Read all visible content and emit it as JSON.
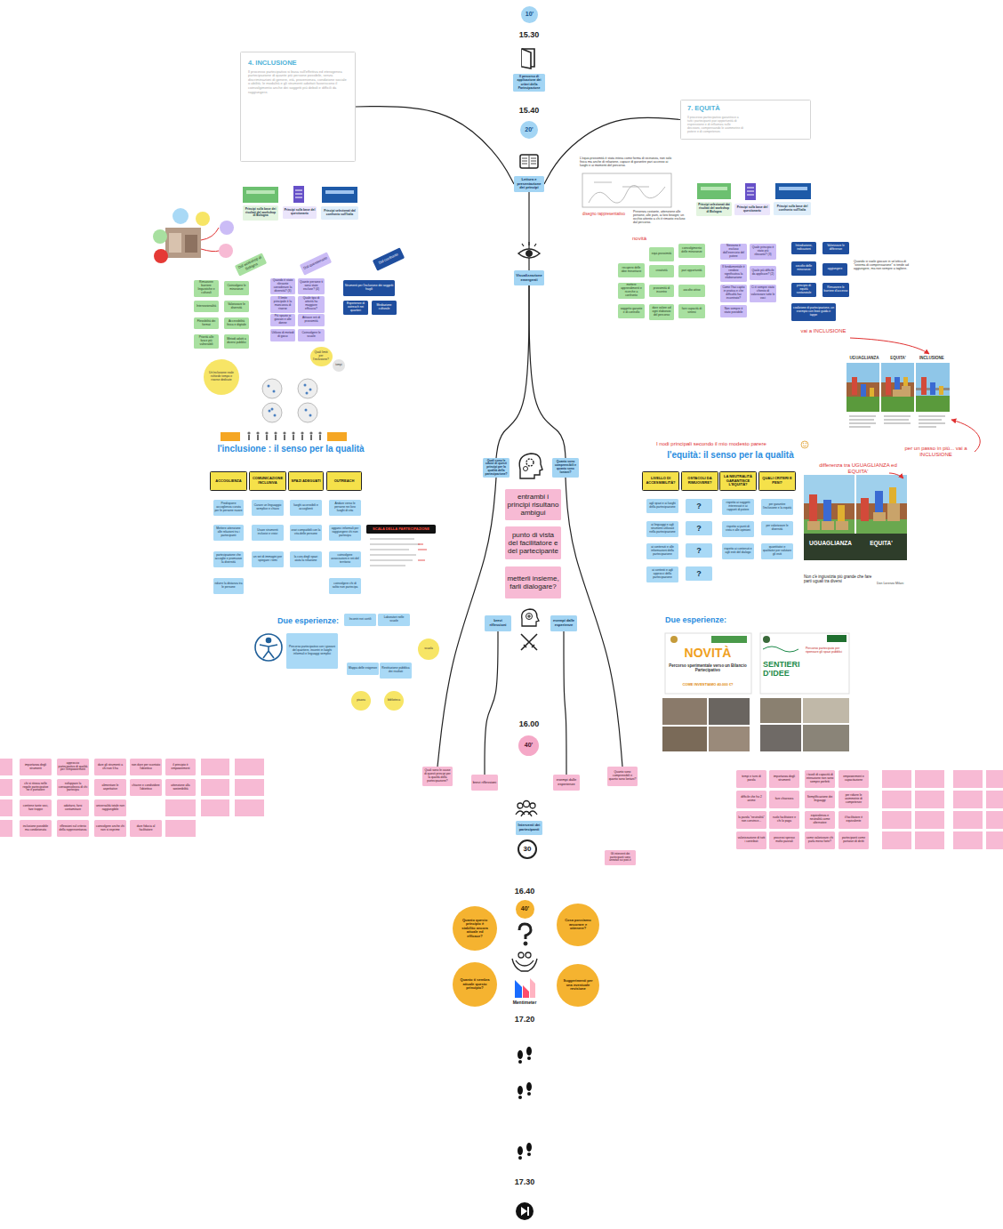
{
  "diagram": {
    "nodes": [
      {
        "text": [
          "10'"
        ]
      },
      {
        "text": [
          "Il percorso di applicazione dei criteri della Partecipazione"
        ]
      },
      {
        "text": [
          "20'"
        ]
      },
      {
        "text": [
          "Lettura e presentazione dei principi"
        ]
      },
      {
        "text": [
          "Visualizzazione emergenti"
        ]
      },
      {
        "text": [
          "4. INCLUSIONE",
          "Il processo partecipativo si basa sull'effettiva ed eterogenea partecipazione di quante più persone possibile, senza discriminazioni di genere, età, provenienza, condizione sociale o abilità; le modalità e gli strumenti adottati favoriscono il coinvolgimento anche dei soggetti più deboli e difficili da raggiungere."
        ]
      },
      {
        "text": [
          "7. EQUITÀ",
          "Il processo partecipativo garantisce a tutti i partecipanti pari opportunità di espressione e di influenza sulle decisioni, compensando le asimmetrie di potere e di competenze."
        ]
      },
      {
        "text": [
          "Quali sono le cause di questi principi per la qualità della partecipazione?"
        ]
      },
      {
        "text": [
          "Quanto sono comprensibili e quanto sono lontani?"
        ]
      },
      {
        "text": [
          "entrambi i principi risultano ambigui"
        ]
      },
      {
        "text": [
          "punto di vista del facilitatore e del partecipante"
        ]
      },
      {
        "text": [
          "metterli insieme, farli dialogare?"
        ]
      },
      {
        "text": [
          "brevi riflessioni"
        ]
      },
      {
        "text": [
          "esempi dalle esperienze"
        ]
      },
      {
        "text": [
          "40'"
        ]
      },
      {
        "text": [
          "Quali sono le cause di questi principi per la qualità della partecipazione?"
        ]
      },
      {
        "text": [
          "brevi riflessioni"
        ]
      },
      {
        "text": [
          "esempi dalle esperienze"
        ]
      },
      {
        "text": [
          "Quanto sono comprensibili e quanto sono lontani?"
        ]
      },
      {
        "text": [
          "Interventi dei partecipanti"
        ]
      },
      {
        "text": [
          "30"
        ]
      },
      {
        "text": [
          "Gli interventi dei partecipanti sono annotati sui post-it"
        ]
      },
      {
        "text": [
          "40'"
        ]
      },
      {
        "text": [
          "Quanto questo principio è stabilito ancora attuale ed efficace?"
        ]
      },
      {
        "text": [
          "Cosa possiamo ancorare e ottenere?"
        ]
      },
      {
        "text": [
          "Quanto ti sembra attuale questo principio?"
        ]
      },
      {
        "text": [
          "Suggerimenti per una eventuale revisione"
        ]
      },
      {
        "text": [
          "Principi sulla base dei risultati del workshop di Bologna"
        ]
      },
      {
        "text": [
          "Principi sulla base del questionario"
        ]
      },
      {
        "text": [
          "Principi selezionati dal confronto sull'Italia"
        ]
      },
      {
        "text": [
          "Principi selezionati dai risultati del workshop di Bologna"
        ]
      },
      {
        "text": [
          "Principi sulla base del questionario"
        ]
      },
      {
        "text": [
          "Principi sulla base del confronto sull'Italia"
        ]
      },
      {
        "text": [
          "Dal workshop di Bologna"
        ]
      },
      {
        "text": [
          "Dal questionario"
        ]
      },
      {
        "text": [
          "Dal confronto"
        ]
      },
      {
        "text": [
          "Rimuovere barriere linguistiche e culturali"
        ]
      },
      {
        "text": [
          "Intersezionalità"
        ]
      },
      {
        "text": [
          "Flessibilità dei format"
        ]
      },
      {
        "text": [
          "Priorità alle fasce più vulnerabili"
        ]
      },
      {
        "text": [
          "Coinvolgere le minoranze"
        ]
      },
      {
        "text": [
          "Valorizzare le diversità"
        ]
      },
      {
        "text": [
          "Accessibilità fisica e digitale"
        ]
      },
      {
        "text": [
          "Metodi adatti a diversi pubblici"
        ]
      },
      {
        "text": [
          "Quando è stato rilevante considerare la diversità? (3)"
        ]
      },
      {
        "text": [
          "Il limite principale è la mancanza di risorse"
        ]
      },
      {
        "text": [
          "Più spazio ai giovani e alle donne"
        ]
      },
      {
        "text": [
          "Utilizzo di metodi di gioco"
        ]
      },
      {
        "text": [
          "Quante persone ti sono state escluse? (4)"
        ]
      },
      {
        "text": [
          "Quale tipo di attività ha maggiore efficacia?"
        ]
      },
      {
        "text": [
          "Attivare reti di prossimità"
        ]
      },
      {
        "text": [
          "Coinvolgere le scuole"
        ]
      },
      {
        "text": [
          "Strumenti per l'inclusione dei soggetti fragili"
        ]
      },
      {
        "text": [
          "Esperienze di outreach nei quartieri"
        ]
      },
      {
        "text": [
          "Mediazione culturale"
        ]
      },
      {
        "text": [
          "Quali limiti per l'inclusione?"
        ]
      },
      {
        "text": [
          "Un'inclusione reale richiede tempo e risorse dedicate"
        ]
      },
      {
        "text": [
          "tempi"
        ]
      },
      {
        "text": [
          "ACCOGLIENZA"
        ]
      },
      {
        "text": [
          "COMUNICAZIONE INCLUSIVA"
        ]
      },
      {
        "text": [
          "SPAZI ADEGUATI"
        ]
      },
      {
        "text": [
          "OUTREACH"
        ]
      },
      {
        "text": [
          "Predisporre accoglienza curata per le persone nuove"
        ]
      },
      {
        "text": [
          "Mettere attenzione alle relazioni tra i partecipanti"
        ]
      },
      {
        "text": [
          "partecipazione che accoglie e promuove la diversità"
        ]
      },
      {
        "text": [
          "ridurre la distanza tra le persone"
        ]
      },
      {
        "text": [
          "Curare un linguaggio semplice e chiaro"
        ]
      },
      {
        "text": [
          "Usare strumenti inclusivi e visivi"
        ]
      },
      {
        "text": [
          "un set di immagini per spiegare i temi"
        ]
      },
      {
        "text": [
          "luoghi accessibili e accoglienti"
        ]
      },
      {
        "text": [
          "orari compatibili con la vita delle persone"
        ]
      },
      {
        "text": [
          "la cura degli spazi aiuta la relazione"
        ]
      },
      {
        "text": [
          "Andare verso le persone nei loro luoghi di vita"
        ]
      },
      {
        "text": [
          "agganci informali per raggiungere chi non partecipa"
        ]
      },
      {
        "text": [
          "coinvolgere associazioni e reti del territorio"
        ]
      },
      {
        "text": [
          "coinvolgere chi di solito non partecipa"
        ]
      },
      {
        "text": [
          "SCALA DELLA PARTECIPAZIONE"
        ]
      },
      {
        "text": [
          "Percorso partecipativo con i giovani del quartiere, incontri in luoghi informali e linguaggi semplici"
        ]
      },
      {
        "text": [
          "Incontri nei cortili"
        ]
      },
      {
        "text": [
          "Laboratori nelle scuole"
        ]
      },
      {
        "text": [
          "Mappa delle esigenze"
        ]
      },
      {
        "text": [
          "Restituzione pubblica dei risultati"
        ]
      },
      {
        "text": [
          "scuola"
        ]
      },
      {
        "text": [
          "piazza"
        ]
      },
      {
        "text": [
          "biblioteca"
        ]
      },
      {
        "text": [
          "equi-prossimità"
        ]
      },
      {
        "text": [
          "coinvolgimento delle minoranze"
        ]
      },
      {
        "text": [
          "recupero delle idee minoritarie"
        ]
      },
      {
        "text": [
          "creatività"
        ]
      },
      {
        "text": [
          "pari opportunità"
        ]
      },
      {
        "text": [
          "mettere apprendimenti e ricerche a confronto"
        ]
      },
      {
        "text": [
          "prossimità di incontro"
        ]
      },
      {
        "text": [
          "ascolto attivo"
        ]
      },
      {
        "text": [
          "soggetto garante e di controllo"
        ]
      },
      {
        "text": [
          "dare valore ad ogni elaborato del percorso"
        ]
      },
      {
        "text": [
          "fare capacità di sintesi"
        ]
      },
      {
        "text": [
          "Nessuno è escluso dall'esercizio del potere"
        ]
      },
      {
        "text": [
          "Quale principio è stato più rilevante? (3)"
        ]
      },
      {
        "text": [
          "Il fondamentale è rendere significativa la elaborazione"
        ]
      },
      {
        "text": [
          "Quale più difficile da applicare? (2)"
        ]
      },
      {
        "text": [
          "Come l'hai capito in pratica e che difficoltà hai incontrato?"
        ]
      },
      {
        "text": [
          "Ci è sempre stato chiesto di valorizzare tutte le voci"
        ]
      },
      {
        "text": [
          "Non sempre è stato possibile"
        ]
      },
      {
        "text": [
          "Introduzione, indicazioni"
        ]
      },
      {
        "text": [
          "Valorizzare le differenze"
        ]
      },
      {
        "text": [
          "ascolto delle minoranze"
        ]
      },
      {
        "text": [
          "aggiungere"
        ]
      },
      {
        "text": [
          "principio di equità sostanziale"
        ]
      },
      {
        "text": [
          "Rimuovere le barriere d'accesso"
        ]
      },
      {
        "text": [
          "coalizione di partecipazione, un esempio con linee guida e tappe"
        ]
      },
      {
        "text": [
          "LIVELLO DI ACCESSIBILITÀ?"
        ]
      },
      {
        "text": [
          "OSTACOLI DA RIMUOVERE?"
        ]
      },
      {
        "text": [
          "LA NEUTRALITÀ GARANTISCE L'EQUITÀ?"
        ]
      },
      {
        "text": [
          "QUALI CRITERI E PESI?"
        ]
      },
      {
        "text": [
          "agli spazi e ai luoghi della partecipazione"
        ]
      },
      {
        "text": [
          "ai linguaggi e agli strumenti utilizzati nella partecipazione"
        ]
      },
      {
        "text": [
          "ai contenuti e alle informazioni della partecipazione"
        ]
      },
      {
        "text": [
          "ai contesti e agli approcci della partecipazione"
        ]
      },
      {
        "text": [
          "?"
        ]
      },
      {
        "text": [
          "?"
        ]
      },
      {
        "text": [
          "?"
        ]
      },
      {
        "text": [
          "?"
        ]
      },
      {
        "text": [
          "rispetto ai soggetti interessati e ai rapporti di potere"
        ]
      },
      {
        "text": [
          "rispetto ai punti di vista e alle opinioni"
        ]
      },
      {
        "text": [
          "rispetto ai contenuti e agli esiti del dialogo"
        ]
      },
      {
        "text": [
          "per garantire l'inclusione e la equità"
        ]
      },
      {
        "text": [
          "per valorizzare le diversità"
        ]
      },
      {
        "text": [
          "quantitativi e qualitativi per valutare gli esiti"
        ]
      },
      {
        "text": [
          "importanza degli strumenti"
        ]
      },
      {
        "text": [
          "approccio partecipativo di qualità per l'empowerment"
        ]
      },
      {
        "text": [
          "dare gli strumenti a chi non li ha"
        ]
      },
      {
        "text": [
          "non dare per scontato l'obiettivo"
        ]
      },
      {
        "text": [
          "il principio è empowerment"
        ]
      },
      {
        "text": [
          "chi si ritrova nelle regole partecipative ne è portatore"
        ]
      },
      {
        "text": [
          "sviluppare la consapevolezza di chi partecipa"
        ]
      },
      {
        "text": [
          "alimentare le aspettative"
        ]
      },
      {
        "text": [
          "chiarire e condividere l'obiettivo"
        ]
      },
      {
        "text": [
          "attenzione alla sostenibilità"
        ]
      },
      {
        "text": [
          "contiene tante voci, fare troppe"
        ]
      },
      {
        "text": [
          "adattarsi, farsi contaminare"
        ]
      },
      {
        "text": [
          "universalità totale non raggiungibile"
        ]
      },
      {
        "text": [
          "inclusione possibile ma condizionata"
        ]
      },
      {
        "text": [
          "riflessioni sul criterio della rappresentanza"
        ]
      },
      {
        "text": [
          "coinvolgere anche chi non si esprime"
        ]
      },
      {
        "text": [
          "dare fiducia al facilitatore"
        ]
      },
      {
        "text": [
          "tempi e turni di parola"
        ]
      },
      {
        "text": [
          "importanza degli strumenti"
        ]
      },
      {
        "text": [
          "i tavoli di capacità di interazione non sono sempre perfetti"
        ]
      },
      {
        "text": [
          "empowerment e capacitazione"
        ]
      },
      {
        "text": [
          "difficile che ho 2 anime"
        ]
      },
      {
        "text": [
          "fare chiarezza"
        ]
      },
      {
        "text": [
          "Semplificazione dei linguaggi"
        ]
      },
      {
        "text": [
          "per ridurre le asimmetrie di competenze"
        ]
      },
      {
        "text": [
          "la parola \"neutralità\" non convince..."
        ]
      },
      {
        "text": [
          "ruolo facilitatore e chi lo paga"
        ]
      },
      {
        "text": [
          "equivalenza e neutralità come alternative"
        ]
      },
      {
        "text": [
          "il facilitatore è equivalente"
        ]
      },
      {
        "text": [
          "valorizzazione di tutti i contributi"
        ]
      },
      {
        "text": [
          "processi spesso molto parziali"
        ]
      },
      {
        "text": [
          "come valorizzare chi parla meno forte?"
        ]
      },
      {
        "text": [
          "partecipanti come portatori di diritti"
        ]
      }
    ],
    "edges": [
      {
        "from": 5,
        "to": 3,
        "arrow": "none"
      },
      {
        "from": 6,
        "to": 3,
        "arrow": "none"
      },
      {
        "from": 3,
        "to": 4,
        "arrow": "none"
      },
      {
        "from": 4,
        "to": 7,
        "arrow": "none"
      },
      {
        "from": 4,
        "to": 8,
        "arrow": "none"
      },
      {
        "from": 7,
        "to": 15,
        "arrow": "none"
      },
      {
        "from": 8,
        "to": 18,
        "arrow": "none"
      },
      {
        "from": 12,
        "to": 16,
        "arrow": "none"
      },
      {
        "from": 13,
        "to": 17,
        "arrow": "none"
      }
    ],
    "labels": [
      "15.30",
      "15.40",
      "16.00",
      "16.40",
      "17.20",
      "17.30",
      "Mentimeter",
      "l'inclusione : il senso per la qualità",
      "l'equità: il senso per la qualità",
      "Due esperienze:",
      "Due esperienze:",
      "disegno rappresentativo",
      "L'equo-prossimità è stata intesa come forma di vicinanza, non solo fisica ma anche di relazione, capace di garantire pari accesso ai luoghi e ai momenti del percorso.",
      "Presenza costante, attenzione alle persone, alle parti, ai loro bisogni; un occhio attento a chi è rimasto escluso dal percorso.",
      "novità",
      "Quando si vuole giocare in un'ottica di \"sistema di compensazione\" si tende ad aggiungere, ma non sempre a togliere.",
      "vai a INCLUSIONE",
      "UGUAGLIANZA",
      "EQUITA'",
      "INCLUSIONE",
      "I nodi principali secondo il mio modesto parere",
      "differenza tra UGUAGLIANZA ed EQUITA'",
      "per un passo in più... vai a INCLUSIONE",
      "UGUAGLIANZA",
      "EQUITA'",
      "Non c'è ingiustizia più grande che fare parti uguali tra diversi",
      "Don Lorenzo Milani",
      "NOVITÀ",
      "Percorso sperimentale verso un Bilancio Partecipativo",
      "COME INVESTIAMO 40.000 €?",
      "SENTIERI D'IDEE",
      "Percorso partecipato per ripensare gli spazi pubblici"
    ]
  }
}
